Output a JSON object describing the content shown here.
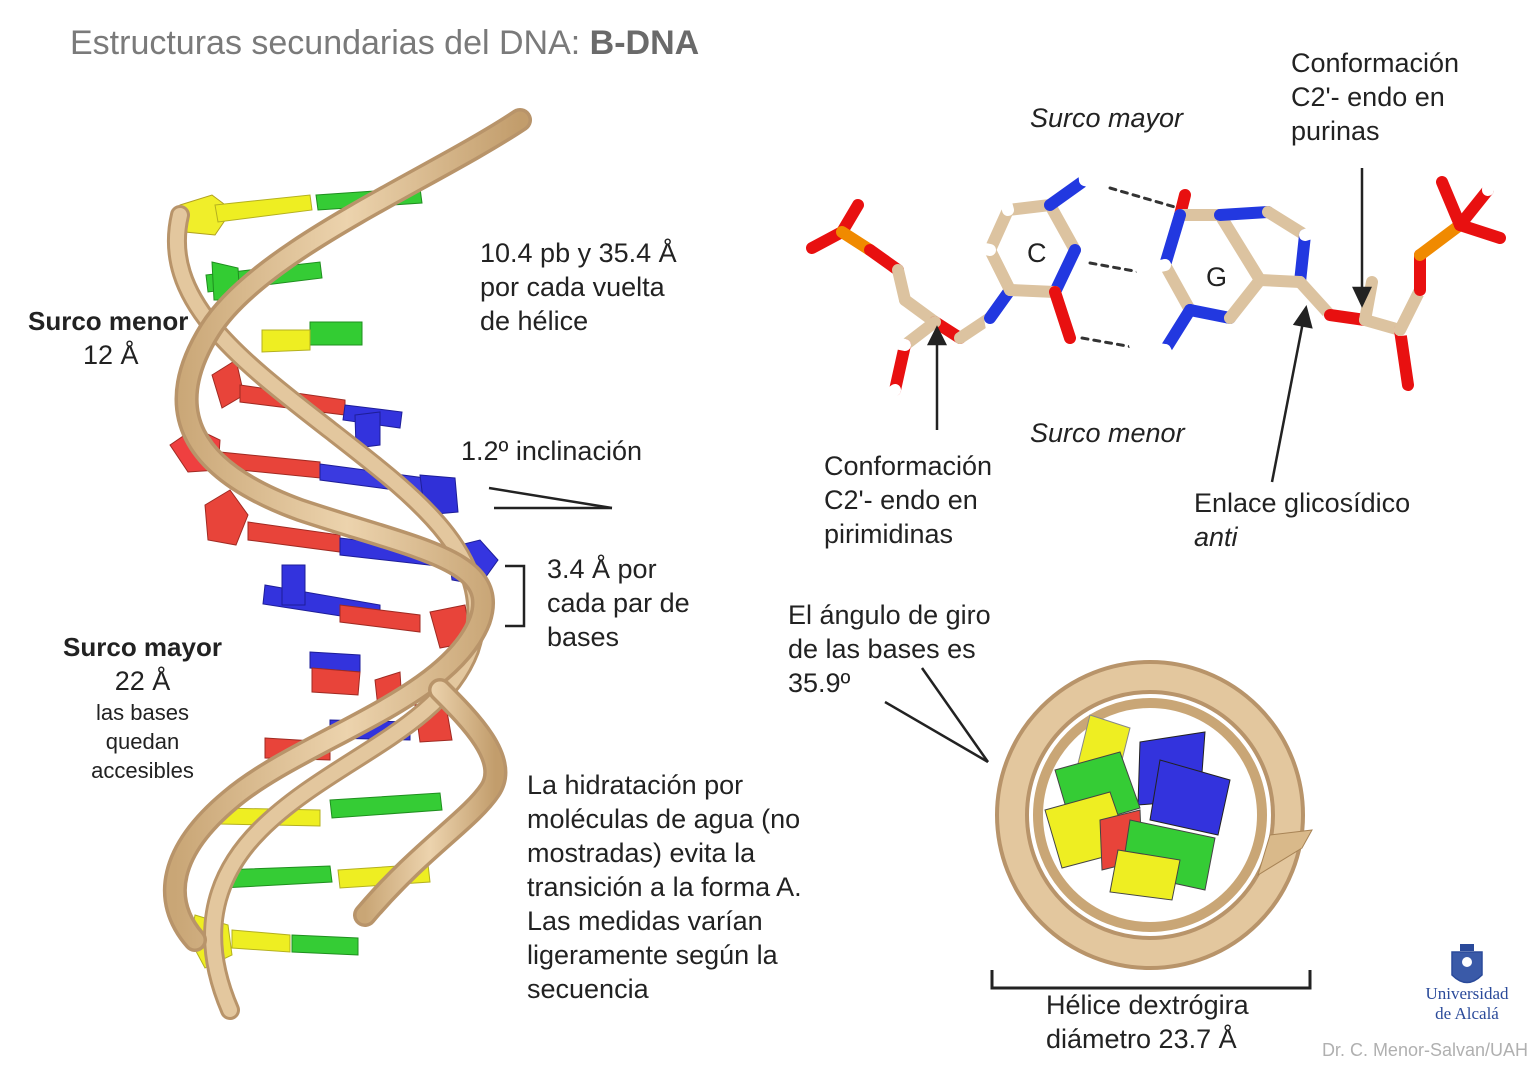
{
  "title": {
    "prefix": "Estructuras secundarias del DNA: ",
    "bold": "B-DNA"
  },
  "left_labels": {
    "minor_groove_title": "Surco menor",
    "minor_groove_value": "12 Å",
    "major_groove_title": "Surco mayor",
    "major_groove_value": "22 Å",
    "major_groove_note": [
      "las bases",
      "quedan",
      "accesibles"
    ]
  },
  "mid_labels": {
    "turn": [
      "10.4 pb y 35.4 Å",
      "por cada vuelta",
      "de hélice"
    ],
    "inclination": "1.2º inclinación",
    "rise": [
      "3.4 Å por",
      "cada par de",
      "bases"
    ],
    "hydration": [
      "La hidratación por",
      "moléculas de agua (no",
      "mostradas) evita la",
      "transición a la forma A.",
      "Las medidas varían",
      "ligeramente según la",
      "secuencia"
    ]
  },
  "pair_labels": {
    "major": "Surco mayor",
    "minor": "Surco menor",
    "base_c": "C",
    "base_g": "G",
    "purines": [
      "Conformación",
      "C2'- endo en",
      "purinas"
    ],
    "pyrimidines": [
      "Conformación",
      "C2'- endo en",
      "pirimidinas"
    ],
    "glycosidic": "Enlace glicosídico",
    "glycosidic_italic": "anti"
  },
  "axial_labels": {
    "twist": [
      "El ángulo de giro",
      "de las bases es",
      "35.9º"
    ],
    "diameter": [
      "Hélice dextrógira",
      "diámetro 23.7 Å"
    ]
  },
  "logo": [
    "Universidad",
    "de Alcalá"
  ],
  "credit": "Dr. C. Menor-Salvan/UAH",
  "colors": {
    "backbone": "#d9b98a",
    "adenine": "#e8443a",
    "thymine": "#3333dd",
    "guanine": "#33cc33",
    "cytosine": "#eeee22",
    "oxygen": "#e81010",
    "nitrogen": "#2238e0",
    "phosphorus": "#f08a00",
    "carbon": "#dcc3a0"
  }
}
